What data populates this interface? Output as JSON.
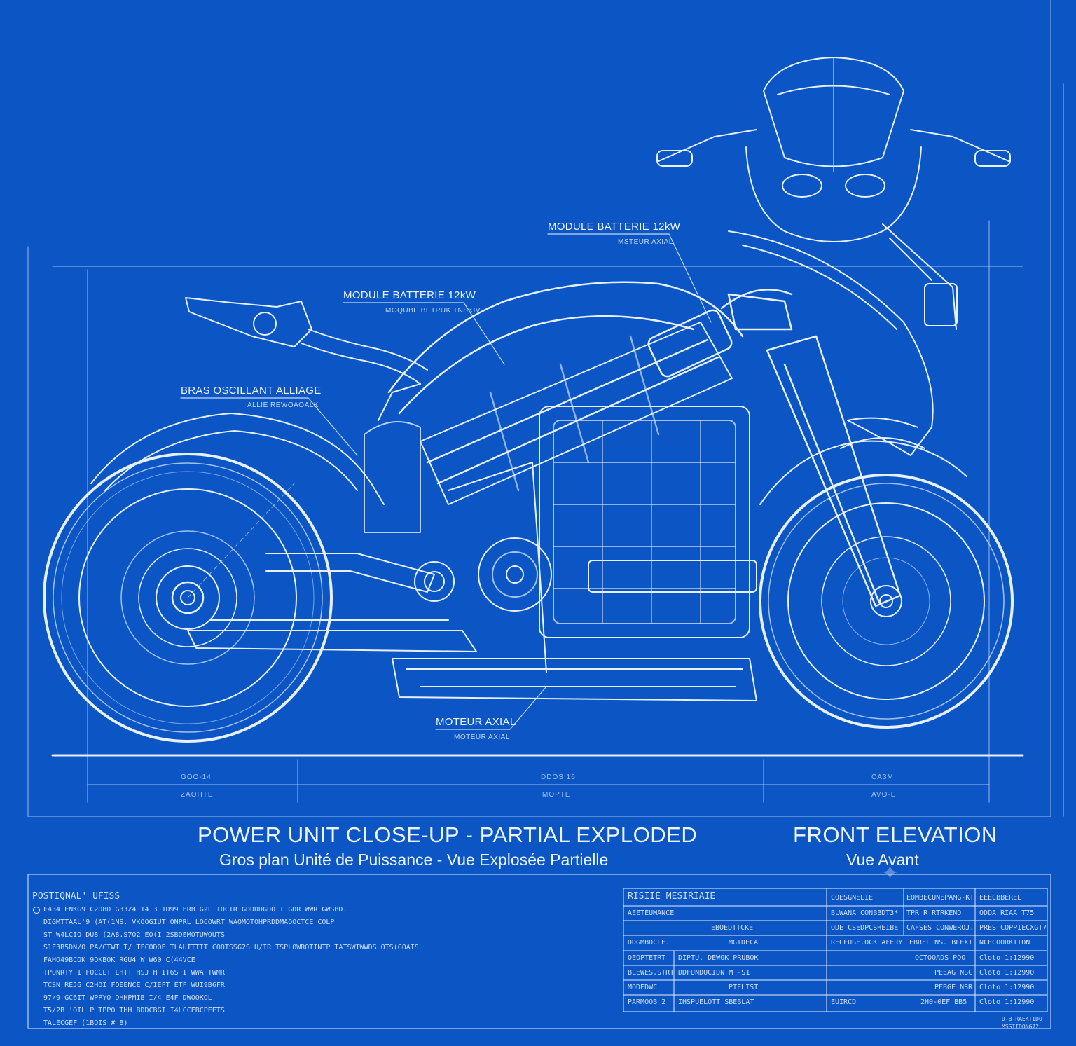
{
  "sheet": {
    "background_color": "#0b56c4",
    "line_color": "#e6f0ff",
    "main_title": "POWER UNIT CLOSE-UP - PARTIAL EXPLODED",
    "main_subtitle": "Gros plan Unité de Puissance - Vue Explosée Partielle",
    "front_title": "FRONT ELEVATION",
    "front_subtitle": "Vue Avant"
  },
  "callouts": [
    {
      "label": "MODULE BATTERIE 12kW",
      "sub": "MSTEUR AXIAL"
    },
    {
      "label": "MODULE BATTERIE 12kW",
      "sub": "MOQUBE BETPUK TNSKIV"
    },
    {
      "label": "BRAS OSCILLANT ALLIAGE",
      "sub": "ALLIE REWOAOALK"
    },
    {
      "label": "MOTEUR AXIAL",
      "sub": "MOTEUR AXIAL"
    }
  ],
  "dimension_labels": {
    "rear_top": "GOO-14",
    "rear_bottom": "ZAOHTE",
    "middle_top": "DDOS 16",
    "middle_bottom": "MOPTE",
    "front_top": "CA3M",
    "front_bottom": "AVO-L"
  },
  "notes": {
    "title": "POSTIQNAL' UFISS",
    "lines": [
      "F434 ENKG9  C2O8D  G33Z4  14I3  1D99  ERB  G2L  TOCTR  GDDDDGDO  I  GDR  WWR  GWSBD.",
      "DIGMTTAAL'9   (AT(1NS.  VKOOGIUT  ONPRL LOCOWRT  WAOMOTOHPRDDMAOOCTCE COLP",
      "ST  W4LCIO   DU8 (2A8.S7O2                                       EO(I 2SBDEMOTUWOUTS",
      "S1F3B5DN/O  PA/CTWT  T/  TFCODOE  TLAUITTIT  COOTSSG2S  U/IR  TSPLOWROTINTP TATSWIWWDS  OTS(GOAIS",
      "FAHO49BCOK  9OKBOK  RGU4  W  W60  C(44VCE",
      "TPONRTY  I  FOCCLT  LHTT  HSJTH  IT6S  I  WWA  TWMR",
      "TCSN  REJ6  C2HOI  FOEENCE  C/IEFT  ETF  WUI9B6FR",
      "97/9  GC6IT  WPPYO  DHHPMIB  I/4  E4F  DWOOKOL",
      "T5/2B  'OIL  P  TPPO  THH  BDDCBGI  I4LCCEBCPEETS",
      "TALECGEF  (1BOIS  #  8)"
    ]
  },
  "title_block": {
    "header": "RISIIE  MESIRIAIE",
    "left_rows": [
      [
        "AEETEUMANCE",
        ""
      ],
      [
        "",
        "EBOEDTTCKE"
      ],
      [
        "DDGMBDCLE.",
        "MGIDECA"
      ],
      [
        "OEOPTETRT",
        "DIPTU. DEWOK  PRUBOK"
      ],
      [
        "BLEWES.STRT",
        "DDFUNDOCIDN  M  -S1"
      ],
      [
        "MODEDWC",
        "PTFLIST"
      ],
      [
        "PARMOOB  2",
        "IHSPUELOTT  SBEBLAT"
      ]
    ],
    "mid_rows": [
      [
        "COESGNELIE",
        "EOMBECUNEPAMG-KT"
      ],
      [
        "BLWANA  CONBBDT3*",
        "TPR  R  RTRKEND"
      ],
      [
        "ODE  CSEDPCSHEIBE",
        "CAFSES  CONWEROJ."
      ],
      [
        "RECFUSE.OCK  AFERY",
        "EBREL  NS.  BLEXT"
      ],
      [
        "",
        "OCTOOADS  POO"
      ],
      [
        "",
        "PEEAG  NSC"
      ],
      [
        "",
        "PEBGE  NSR"
      ],
      [
        "EUIRCD",
        "2H0-0EF  BB5"
      ]
    ],
    "right_rows": [
      "EEECBBEREL",
      "ODDA  RIAA  T75",
      "PRES  COPPIECXGT7",
      "NCECOORKTION",
      "Cloto  1:12990",
      "Cloto  1:12990",
      "Cloto  1:12990",
      "Cloto  1:12990"
    ],
    "footer_code": [
      "D-B-RAEKTIDO",
      "MSSIIDONG72"
    ]
  }
}
